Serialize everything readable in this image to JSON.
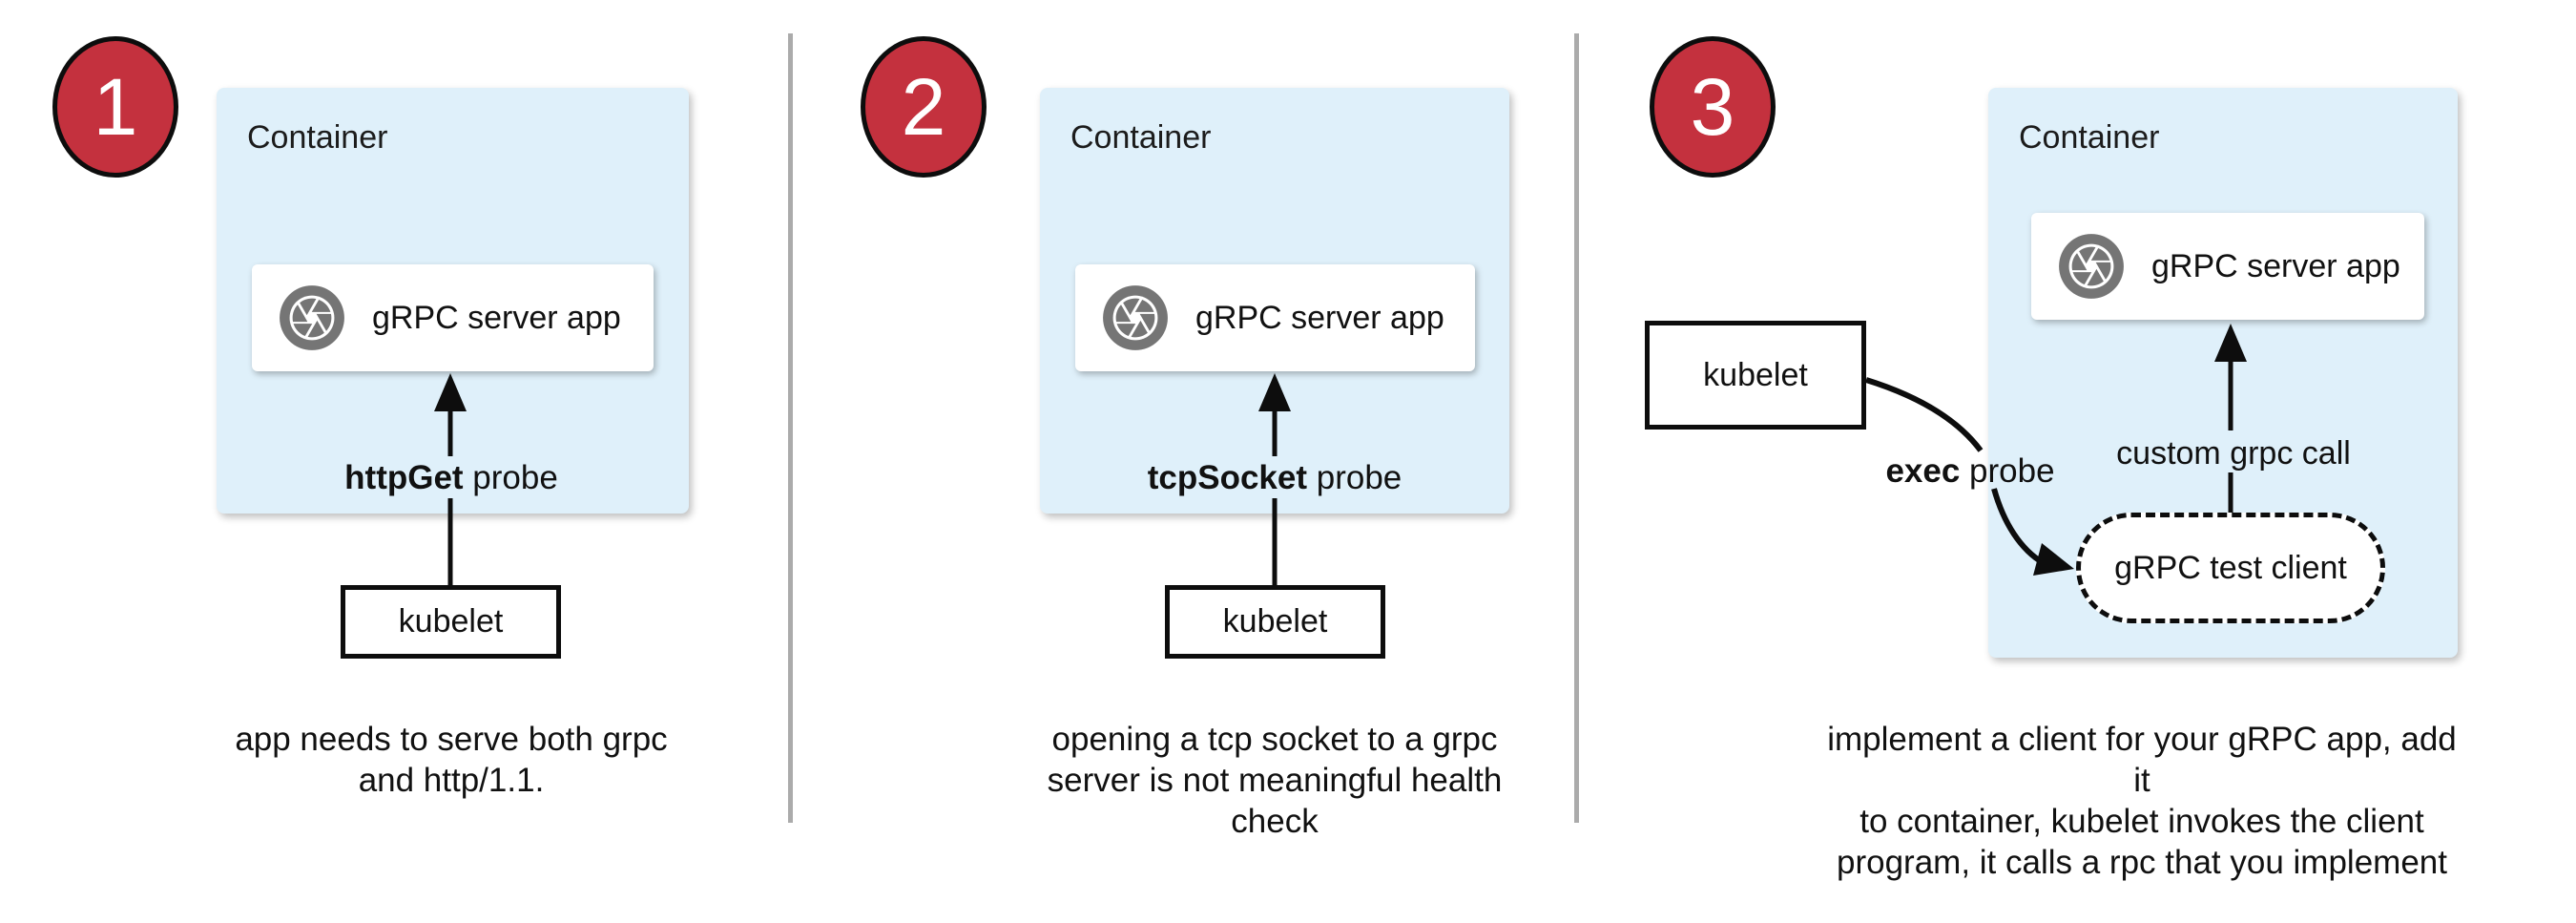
{
  "colors": {
    "step_badge_fill": "#c4313e",
    "step_badge_border": "#0d0d0d",
    "container_fill": "#dff0fa",
    "app_icon_gray": "#757575",
    "divider_gray": "#ababab",
    "line_black": "#0d0d0d"
  },
  "icons": {
    "app_icon": "camera-aperture-icon"
  },
  "panels": [
    {
      "step": "1",
      "container_label": "Container",
      "app_label": "gRPC server app",
      "probe_bold": "httpGet",
      "probe_rest": " probe",
      "kubelet_label": "kubelet",
      "caption_lines": [
        "app needs to serve both grpc",
        "and http/1.1."
      ]
    },
    {
      "step": "2",
      "container_label": "Container",
      "app_label": "gRPC server app",
      "probe_bold": "tcpSocket",
      "probe_rest": " probe",
      "kubelet_label": "kubelet",
      "caption_lines": [
        "opening a tcp socket to a grpc",
        "server is not meaningful health",
        "check"
      ]
    },
    {
      "step": "3",
      "container_label": "Container",
      "app_label": "gRPC server app",
      "probe_bold": "exec",
      "probe_rest": " probe",
      "kubelet_label": "kubelet",
      "grpc_call_label": "custom grpc call",
      "test_client_label": "gRPC test client",
      "caption_lines": [
        "implement a client for your gRPC app, add it",
        "to container, kubelet invokes the client",
        "program, it calls a rpc that you implement"
      ]
    }
  ]
}
